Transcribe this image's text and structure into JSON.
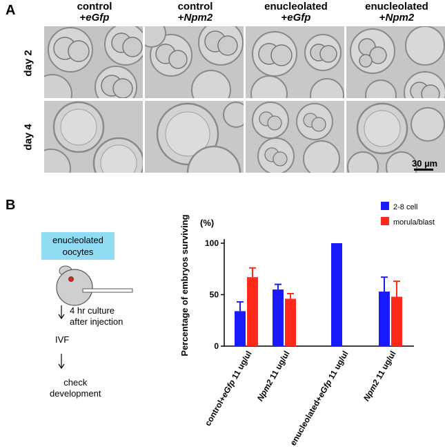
{
  "panel_a": {
    "letter": "A",
    "columns": [
      {
        "line1": "control",
        "plus": "+",
        "gene": "eGfp"
      },
      {
        "line1": "control",
        "plus": "+",
        "gene": "Npm2"
      },
      {
        "line1": "enucleolated",
        "plus": "+",
        "gene": "eGfp"
      },
      {
        "line1": "enucleolated",
        "plus": "+",
        "gene": "Npm2"
      }
    ],
    "rows": [
      "day 2",
      "day 4"
    ],
    "scale_bar": "30 µm"
  },
  "panel_b": {
    "letter": "B",
    "schematic": {
      "box_line1": "enucleolated",
      "box_line2": "oocytes",
      "culture_line1": "4 hr culture",
      "culture_line2": "after injection",
      "ivf": "IVF",
      "check_line1": "check",
      "check_line2": "development"
    }
  },
  "chart_data": {
    "type": "bar",
    "ylabel": "Percentage of embryos  surviving",
    "yunit": "(%)",
    "ylim": [
      0,
      100
    ],
    "yticks": [
      0,
      50,
      100
    ],
    "legend_position": "top-right",
    "categories": [
      "control+eGfp 11 ug/ul",
      "Npm2 11 ug/ul",
      "enucleolated+eGfp 11 ug/ul",
      "Npm2 11 ug/ul"
    ],
    "series": [
      {
        "name": "2-8 cell",
        "color": "#1a1aff",
        "values": [
          34,
          55,
          100,
          53
        ],
        "errors": [
          9,
          5,
          0,
          14
        ]
      },
      {
        "name": "morula/blast",
        "color": "#ff2a1a",
        "values": [
          67,
          46,
          null,
          48
        ],
        "errors": [
          9,
          5,
          null,
          15
        ]
      }
    ]
  }
}
